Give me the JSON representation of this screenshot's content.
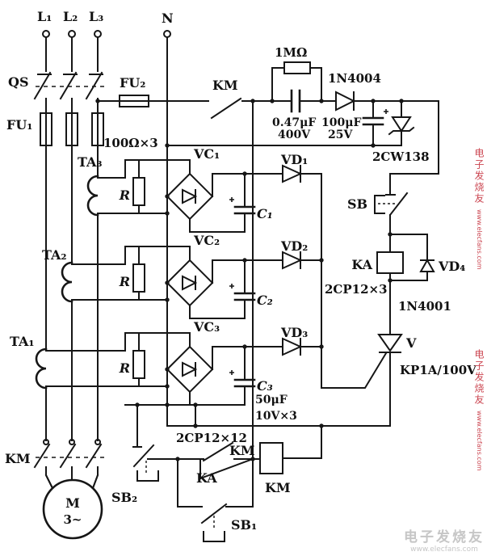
{
  "colors": {
    "line": "#161616",
    "background": "#ffffff",
    "watermark_red": "#cb4550",
    "watermark_gray": "#c6c6c6"
  },
  "power_input": {
    "l1": "L₁",
    "l2": "L₂",
    "l3": "L₃",
    "n": "N",
    "isolator": "QS",
    "fuse_main": "FU₁",
    "fuse_control": "FU₂"
  },
  "snubber": {
    "contact": "KM",
    "resistor": "1MΩ",
    "capacitor": "0.47μF",
    "capacitor_voltage": "400V",
    "diode": "1N4004",
    "filter_cap": "100μF",
    "filter_cap_voltage": "25V",
    "zener": "2CW138"
  },
  "channels": {
    "burden_note": "100Ω×3",
    "bridge_type_note": "2CP12×12",
    "diode_type_note": "2CP12×3",
    "cap_value_note": "50μF",
    "cap_voltage_note": "10V×3",
    "list": [
      {
        "ct": "TA₃",
        "bridge": "VC₁",
        "resistor": "R",
        "cap": "C₁",
        "diode": "VD₁"
      },
      {
        "ct": "TA₂",
        "bridge": "VC₂",
        "resistor": "R",
        "cap": "C₂",
        "diode": "VD₂"
      },
      {
        "ct": "TA₁",
        "bridge": "VC₃",
        "resistor": "R",
        "cap": "C₃",
        "diode": "VD₃"
      }
    ]
  },
  "relay_section": {
    "test_button": "SB",
    "relay_coil": "KA",
    "flyback_diode": "VD₄",
    "flyback_diode_type": "1N4001"
  },
  "scr_section": {
    "scr": "V",
    "scr_type": "KP1A/100V"
  },
  "control_circuit": {
    "stop_button": "SB₂",
    "start_button": "SB₁",
    "holding_contact": "KM",
    "relay_contact": "KA",
    "contactor_coil": "KM"
  },
  "motor_branch": {
    "contactor_contacts": "KM",
    "motor": "M",
    "phases": "3~"
  },
  "watermark": {
    "brand": "电子发烧友",
    "url": "www.elecfans.com"
  }
}
